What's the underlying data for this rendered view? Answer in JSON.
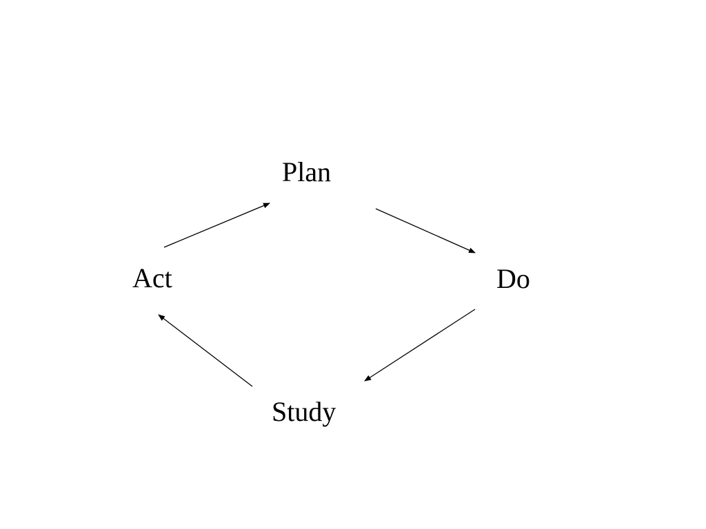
{
  "diagram": {
    "type": "cycle",
    "nodes": [
      {
        "id": "plan",
        "label": "Plan"
      },
      {
        "id": "do",
        "label": "Do"
      },
      {
        "id": "study",
        "label": "Study"
      },
      {
        "id": "act",
        "label": "Act"
      }
    ],
    "edges": [
      {
        "from": "plan",
        "to": "do"
      },
      {
        "from": "do",
        "to": "study"
      },
      {
        "from": "study",
        "to": "act"
      },
      {
        "from": "act",
        "to": "plan"
      }
    ]
  }
}
